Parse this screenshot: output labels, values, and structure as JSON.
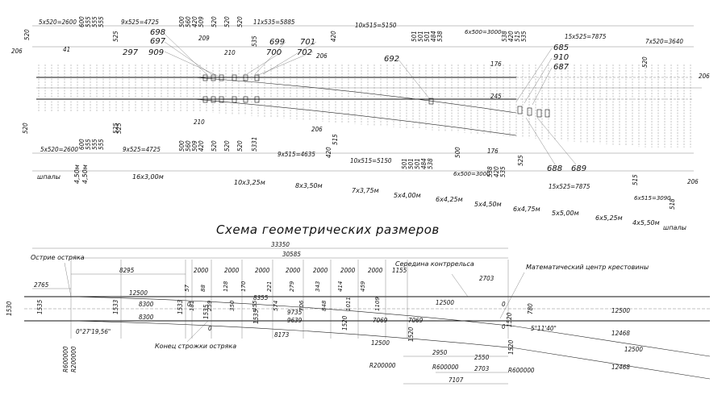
{
  "upper": {
    "top_dims": [
      "5x520=2600",
      "520",
      "600",
      "555",
      "555",
      "555",
      "41",
      "525",
      "9x525=4725",
      "500",
      "560",
      "420",
      "509",
      "520",
      "520",
      "520",
      "11x535=5885",
      "535",
      "420",
      "10x515=5150",
      "501",
      "501",
      "501",
      "484",
      "538",
      "6x500=3000",
      "538",
      "420",
      "515",
      "535",
      "15x525=7875",
      "7x520=3640"
    ],
    "left_dims": [
      "206",
      "520",
      "525"
    ],
    "part_marks_top": [
      "698",
      "697",
      "909",
      "297",
      "209",
      "210",
      "699",
      "700",
      "701",
      "702",
      "206",
      "692",
      "685",
      "910",
      "687",
      "176",
      "245"
    ],
    "part_marks_bottom": [
      "688",
      "689",
      "210",
      "206",
      "176"
    ],
    "right_dims": [
      "206",
      "520",
      "515",
      "206",
      "518"
    ],
    "bottom_dims": [
      "5x520=2600",
      "600",
      "555",
      "555",
      "555",
      "525",
      "9x525=4725",
      "500",
      "560",
      "509",
      "420",
      "520",
      "520",
      "520",
      "5331",
      "9x515=4635",
      "420",
      "515",
      "10x515=5150",
      "501",
      "501",
      "501",
      "484",
      "538",
      "6x500=3000",
      "500",
      "538",
      "420",
      "535",
      "525",
      "15x525=7875",
      "6x515=3090"
    ],
    "sleeper_groups": [
      "шпалы",
      "4,50м",
      "4,50м",
      "16x3,00м",
      "10x3,25м",
      "8x3,50м",
      "7x3,75м",
      "5x4,00м",
      "6x4,25м",
      "5x4,50м",
      "6x4,75м",
      "5x5,00м",
      "6x5,25м",
      "4x5,50м",
      "шпалы"
    ]
  },
  "title": "Схема геометрических размеров",
  "lower": {
    "overall_dims": [
      "33350",
      "30585",
      "8295",
      "2765"
    ],
    "labels": {
      "blade_tip": "Острие остряка",
      "blade_heel": "Конец строжки остряка",
      "check_rail_mid": "Середина контррельса",
      "frog_center": "Математический центр крестовины"
    },
    "angles": [
      "0°27'19,56\"",
      "5°11'40\""
    ],
    "interval_dims": [
      "2000",
      "2000",
      "2000",
      "2000",
      "2000",
      "2000",
      "2000",
      "1155",
      "2703"
    ],
    "offsets_top": [
      "57",
      "181",
      "88",
      "259",
      "128",
      "350",
      "170",
      "455",
      "221",
      "574",
      "279",
      "706",
      "343",
      "848",
      "414",
      "1011",
      "459",
      "1109"
    ],
    "track_dims": [
      "12500",
      "8300",
      "8300",
      "8355",
      "9735",
      "9639",
      "8173",
      "7069",
      "7069",
      "12500",
      "12500",
      "12500",
      "12468",
      "12500",
      "12468",
      "2950",
      "2550",
      "2703",
      "7107"
    ],
    "gauge_dims": [
      "1530",
      "1535",
      "1533",
      "1533",
      "1535",
      "1535",
      "1520",
      "1520",
      "1520",
      "1520",
      "780",
      "0",
      "0",
      "0",
      "0"
    ],
    "radii": [
      "R600000",
      "R200000",
      "R200000",
      "R600000",
      "R600000"
    ]
  }
}
